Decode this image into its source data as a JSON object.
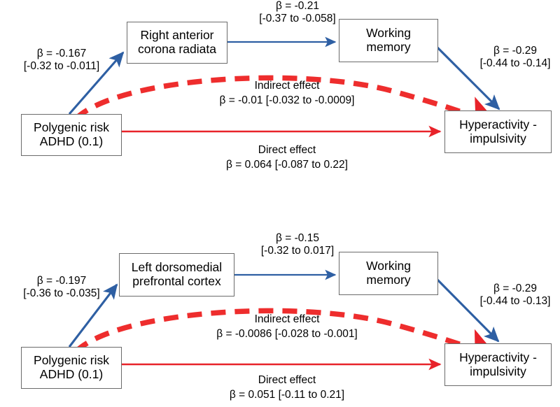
{
  "figure": {
    "type": "mediation-path-diagram",
    "colors": {
      "node_border": "#6b6b6b",
      "blue_path": "#2e5fa3",
      "red_path": "#e8232a",
      "dashed_indirect": "#ee2d2d",
      "background": "#ffffff"
    }
  },
  "panels": [
    {
      "id": "panel-top",
      "nodes": {
        "predictor": "Polygenic risk\nADHD (0.1)",
        "mediator_brain": "Right anterior\ncorona radiata",
        "mediator_cognitive": "Working\nmemory",
        "outcome": "Hyperactivity -\nimpulsivity"
      },
      "paths": {
        "predictor_to_brain": "β = -0.167\n[-0.32 to -0.011]",
        "brain_to_memory": "β = -0.21\n[-0.37 to -0.058]",
        "memory_to_outcome": "β = -0.29\n[-0.44 to -0.14]",
        "indirect_title": "Indirect effect",
        "indirect_value": "β = -0.01 [-0.032 to -0.0009]",
        "direct_title": "Direct effect",
        "direct_value": "β = 0.064 [-0.087 to 0.22]"
      }
    },
    {
      "id": "panel-bottom",
      "nodes": {
        "predictor": "Polygenic risk\nADHD (0.1)",
        "mediator_brain": "Left dorsomedial\nprefrontal cortex",
        "mediator_cognitive": "Working\nmemory",
        "outcome": "Hyperactivity -\nimpulsivity"
      },
      "paths": {
        "predictor_to_brain": "β = -0.197\n[-0.36 to -0.035]",
        "brain_to_memory": "β = -0.15\n[-0.32 to 0.017]",
        "memory_to_outcome": "β = -0.29\n[-0.44 to -0.13]",
        "indirect_title": "Indirect effect",
        "indirect_value": "β = -0.0086 [-0.028 to -0.001]",
        "direct_title": "Direct effect",
        "direct_value": "β = 0.051 [-0.11 to 0.21]"
      }
    }
  ]
}
